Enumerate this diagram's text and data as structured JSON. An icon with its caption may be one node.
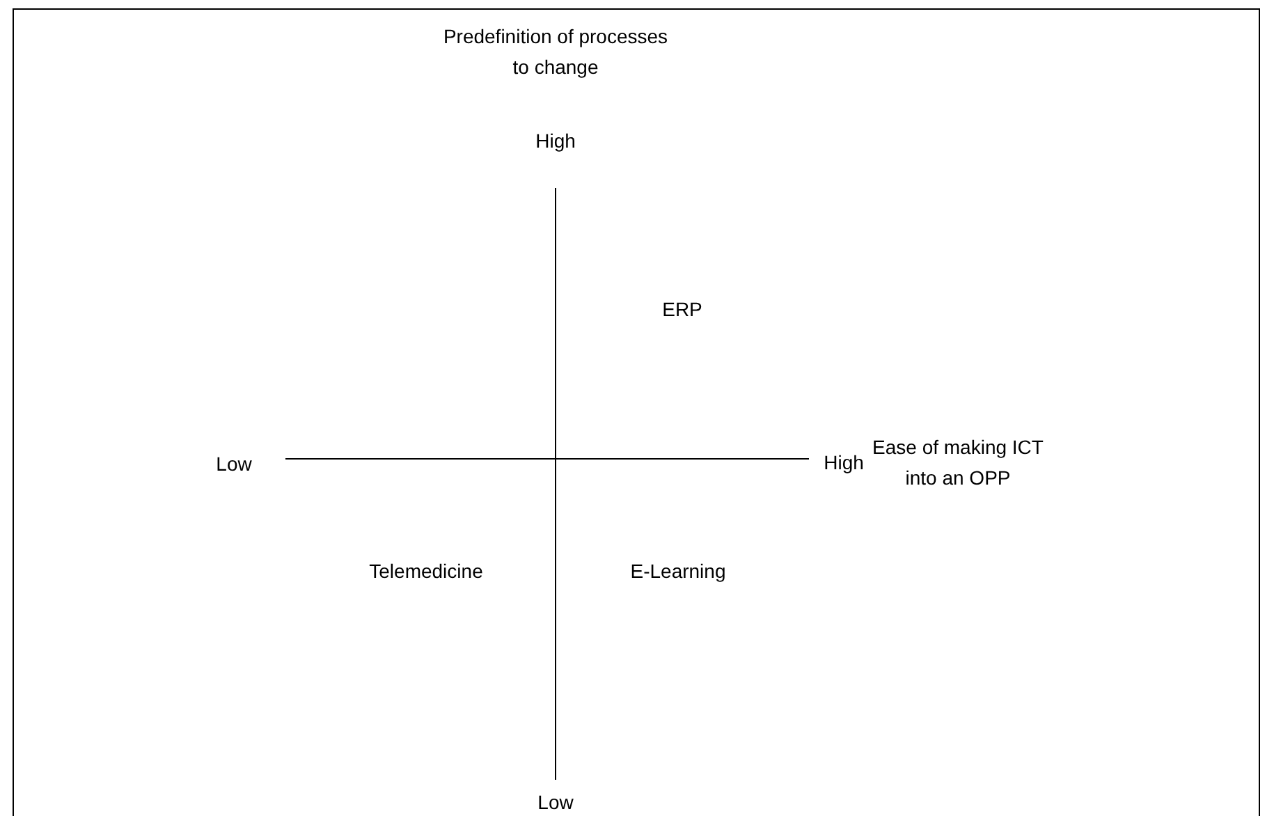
{
  "diagram": {
    "labels": [
      "Predefinition of processes to change",
      "High",
      "ERP",
      "Low",
      "High",
      "Ease of making ICT into an OPP",
      "Telemedicine",
      "E-Learning",
      "Low"
    ]
  }
}
